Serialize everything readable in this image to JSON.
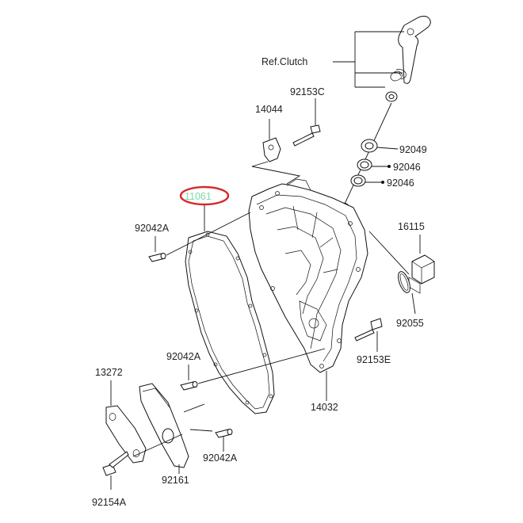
{
  "colors": {
    "highlight_ring": "#d42a2a",
    "highlight_text": "#7fd9a0",
    "line": "#111111",
    "background": "#ffffff"
  },
  "labels": {
    "ref_clutch": "Ref.Clutch",
    "p92153C": "92153C",
    "p14044": "14044",
    "p92049": "92049",
    "p92046_a": "92046",
    "p92046_b": "92046",
    "p11061": "11061",
    "p92042A_a": "92042A",
    "p16115": "16115",
    "p92055": "92055",
    "p92042A_b": "92042A",
    "p92153E": "92153E",
    "p13272": "13272",
    "p14032": "14032",
    "p92042A_c": "92042A",
    "p92161": "92161",
    "p92154A": "92154A"
  }
}
